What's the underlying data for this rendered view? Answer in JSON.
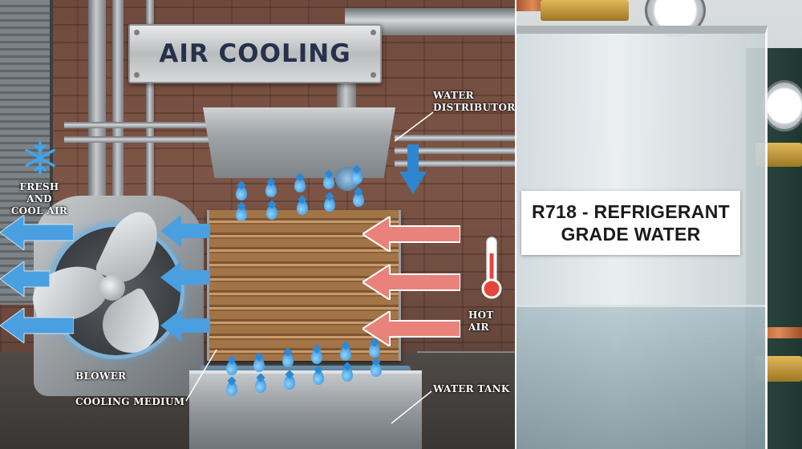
{
  "left_panel": {
    "title": "AIR COOLING",
    "labels": {
      "water_distributor_line1": "WATER",
      "water_distributor_line2": "DISTRIBUTOR",
      "fresh_air_line1": "FRESH AND",
      "fresh_air_line2": "COOL AIR",
      "hot_air": "HOT AIR",
      "blower": "BLOWER",
      "cooling_medium": "COOLING MEDIUM",
      "water_tank": "WATER TANK"
    },
    "icons": [
      "snowflake-icon",
      "thermometer-icon",
      "water-drop-icon",
      "arrow-icon"
    ],
    "colors": {
      "cool_arrow": "#4a9fe0",
      "hot_arrow": "#e8827a",
      "water": "#2a8ad8",
      "title_text": "#26324a"
    }
  },
  "right_panel": {
    "sticker_line1": "R718 - REFRIGERANT",
    "sticker_line2": "GRADE WATER"
  }
}
